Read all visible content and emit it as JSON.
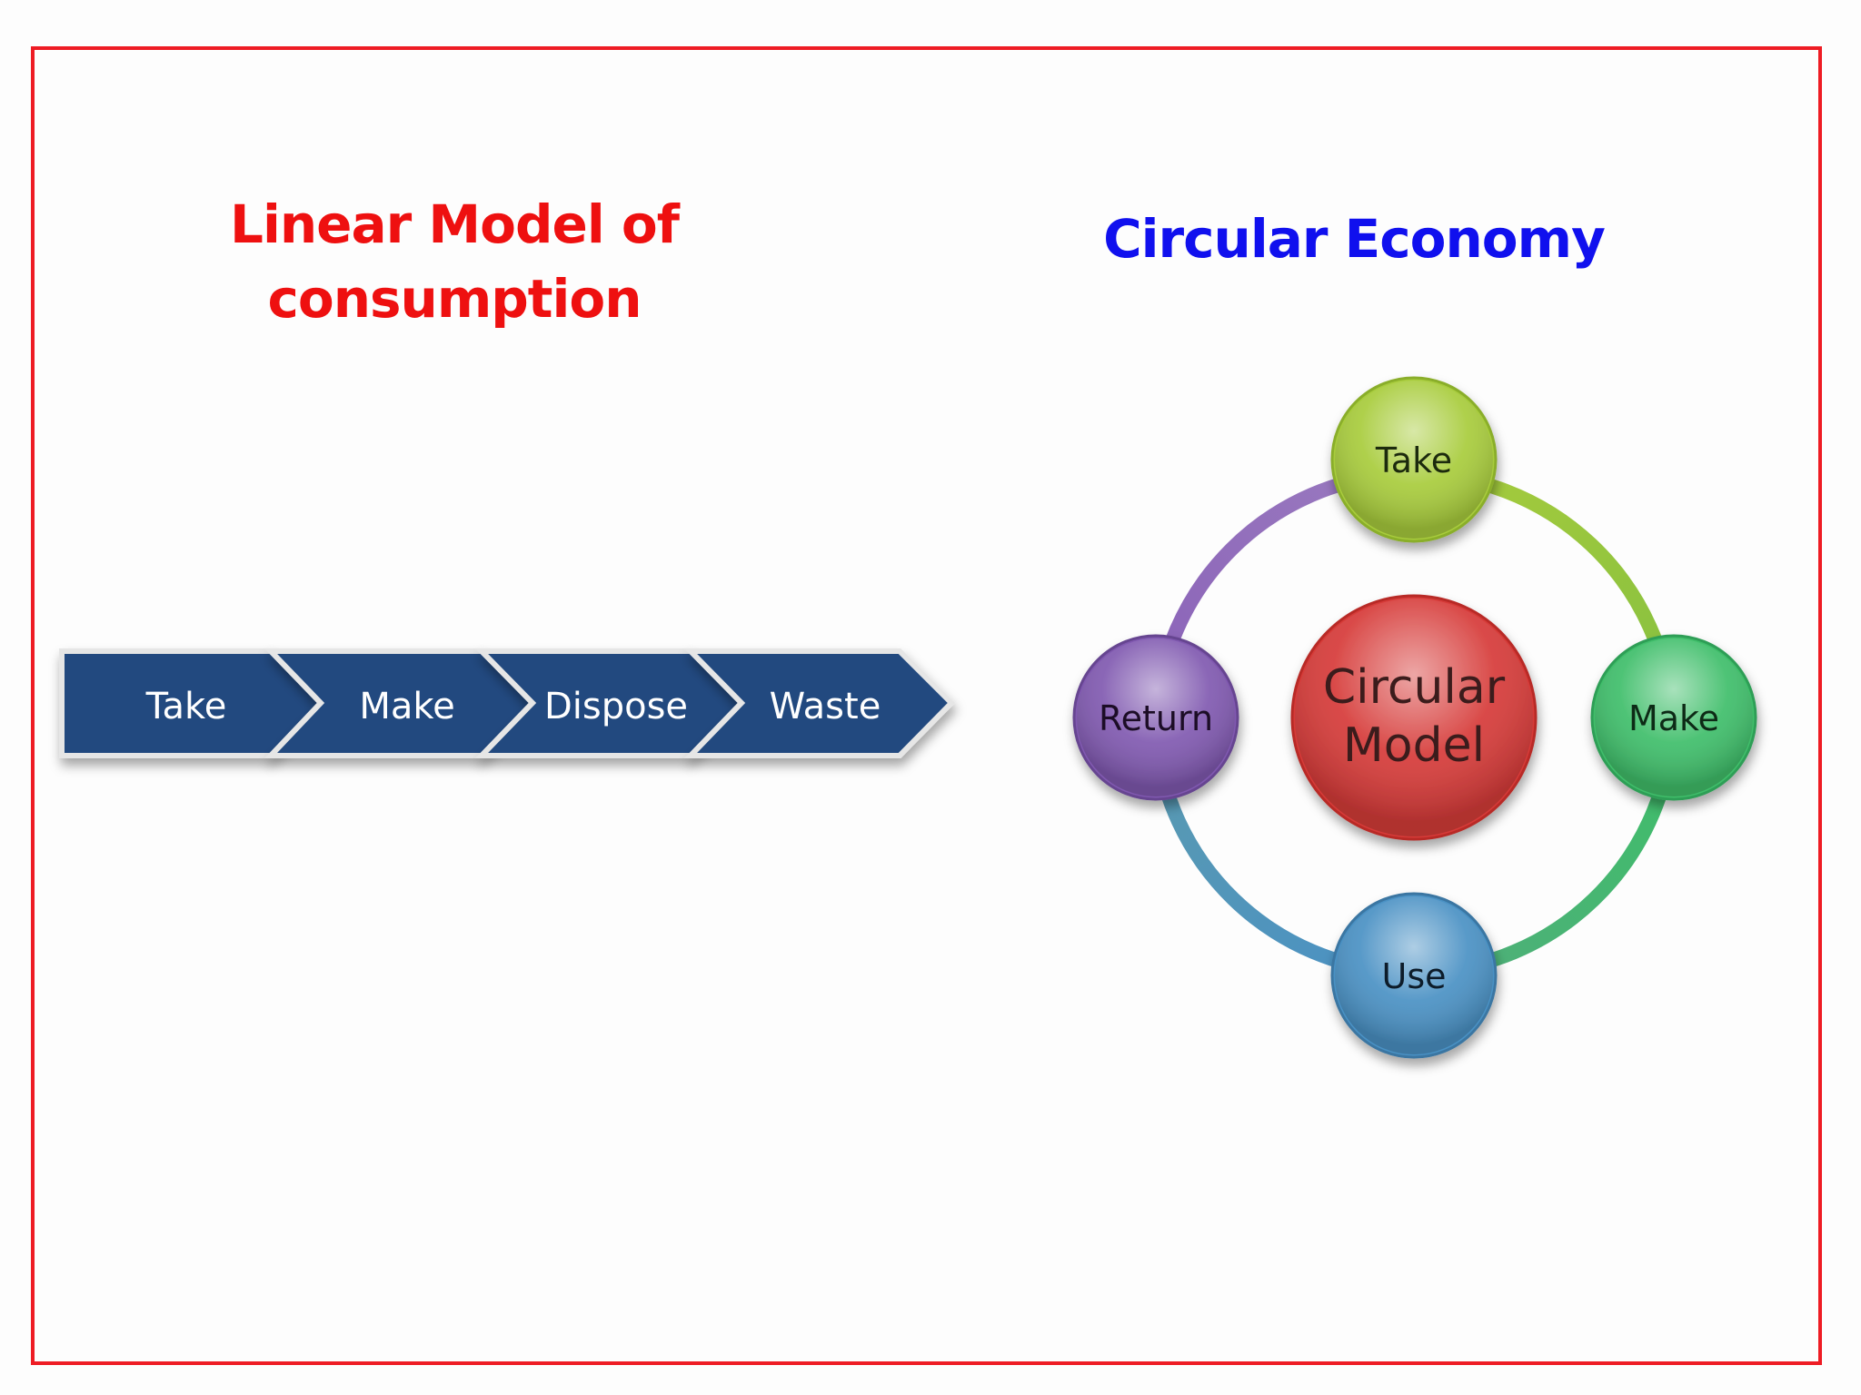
{
  "linear": {
    "title_line1": "Linear Model of",
    "title_line2": "consumption",
    "title_color": "#ee1010",
    "steps": [
      "Take",
      "Make",
      "Dispose",
      "Waste"
    ],
    "arrow_color": "#234a7f"
  },
  "circular": {
    "title": "Circular Economy",
    "title_color": "#1010ee",
    "center_line1": "Circular",
    "center_line2": "Model",
    "center_color": "#d63a38",
    "nodes": [
      {
        "label": "Take",
        "color": "#a8cc3c"
      },
      {
        "label": "Make",
        "color": "#3fbe6a"
      },
      {
        "label": "Use",
        "color": "#4a91c4"
      },
      {
        "label": "Return",
        "color": "#8059b0"
      }
    ]
  },
  "frame_color": "#ee1c24"
}
